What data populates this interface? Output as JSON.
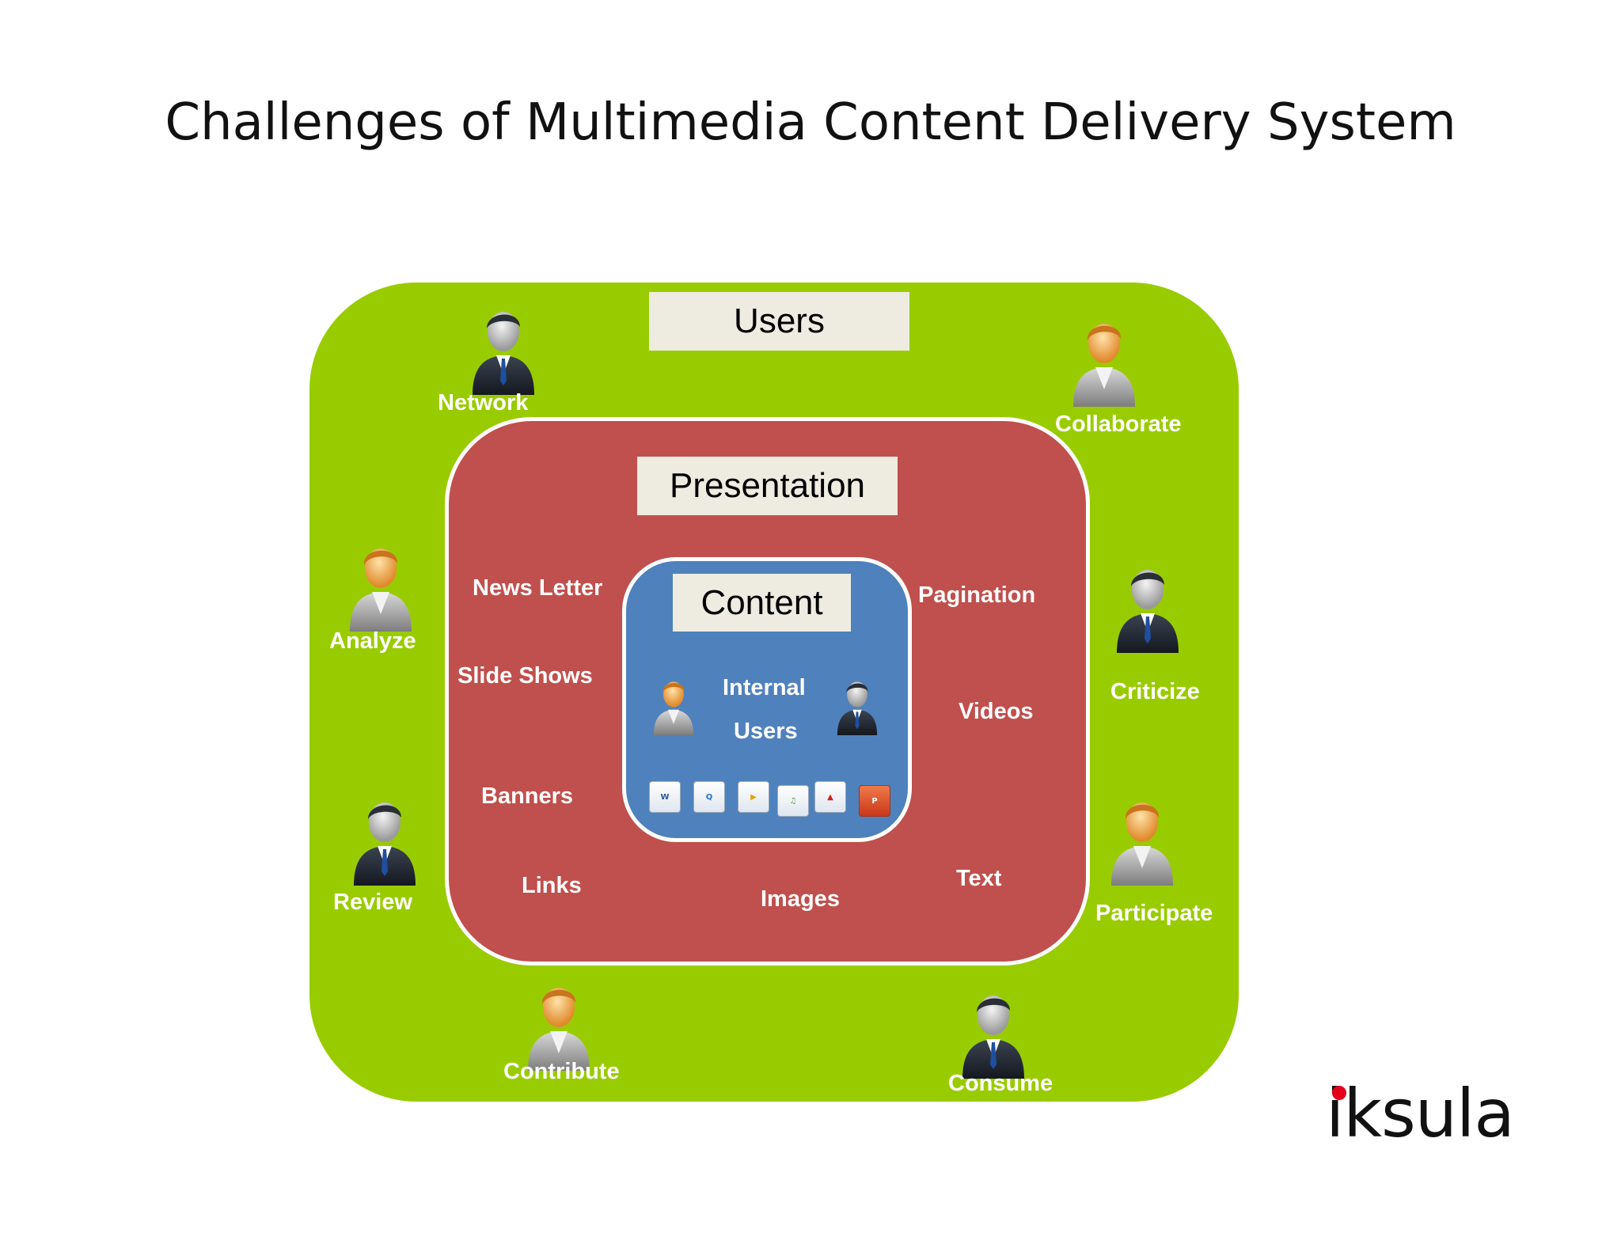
{
  "title": "Challenges of Multimedia Content Delivery System",
  "layers": {
    "users": {
      "label": "Users",
      "color": "#99cc00"
    },
    "presentation": {
      "label": "Presentation",
      "color": "#c0504d"
    },
    "content": {
      "label": "Content",
      "color": "#4f81bd",
      "internal_users": [
        "Internal",
        "Users"
      ]
    }
  },
  "user_actions": {
    "network": "Network",
    "collaborate": "Collaborate",
    "analyze": "Analyze",
    "criticize": "Criticize",
    "review": "Review",
    "participate": "Participate",
    "contribute": "Contribute",
    "consume": "Consume"
  },
  "presentation_items": {
    "news_letter": "News Letter",
    "slide_shows": "Slide Shows",
    "banners": "Banners",
    "links": "Links",
    "images": "Images",
    "text": "Text",
    "videos": "Videos",
    "pagination": "Pagination"
  },
  "content_file_icons": [
    {
      "name": "word-doc-icon",
      "color": "#2b5797"
    },
    {
      "name": "quicktime-mpeg4-icon",
      "color": "#1b73c9"
    },
    {
      "name": "media-player-icon",
      "color": "#e8a200"
    },
    {
      "name": "mp3-music-icon",
      "color": "#5a9e3a"
    },
    {
      "name": "pdf-icon",
      "color": "#d11f1f"
    },
    {
      "name": "powerpoint-icon",
      "color": "#d24726"
    }
  ],
  "logo": {
    "text": "iksula",
    "dot_color": "#e3001b"
  }
}
